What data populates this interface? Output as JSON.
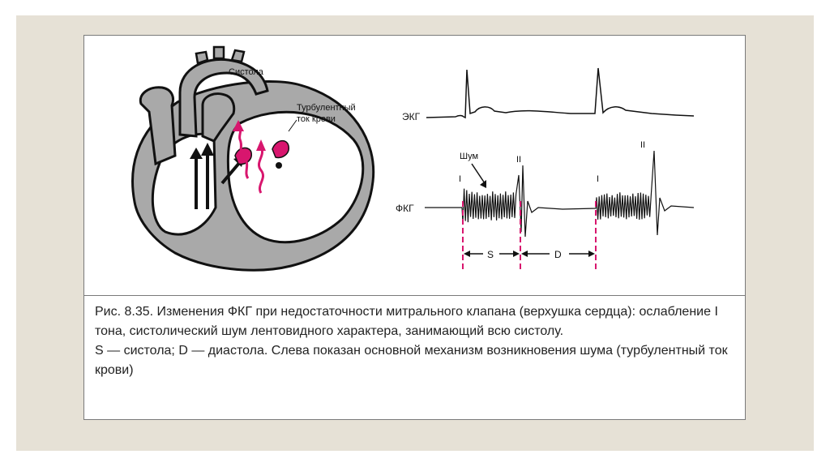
{
  "figure": {
    "heart_labels": {
      "systole": "Систола",
      "turbulent": [
        "Турбулентный",
        "ток крови"
      ]
    },
    "ecg_label": "ЭКГ",
    "pcg_label": "ФКГ",
    "murmur_label": "Шум",
    "tone_I": "I",
    "tone_II": "II",
    "interval_S": "S",
    "interval_D": "D"
  },
  "caption": {
    "line1": "Рис. 8.35. Изменения ФКГ при недостаточности митрального клапана (верхушка сердца): ослабление I тона, систолический шум лентовидного характера, занимающий всю систолу.",
    "line2": "S — систола; D — диастола. Слева показан основной механизм возникновения шума (турбулентный ток крови)"
  },
  "colors": {
    "slide_background": "#e6e1d6",
    "accent_magenta": "#d8166e",
    "heart_gray": "#a9a9a9"
  }
}
